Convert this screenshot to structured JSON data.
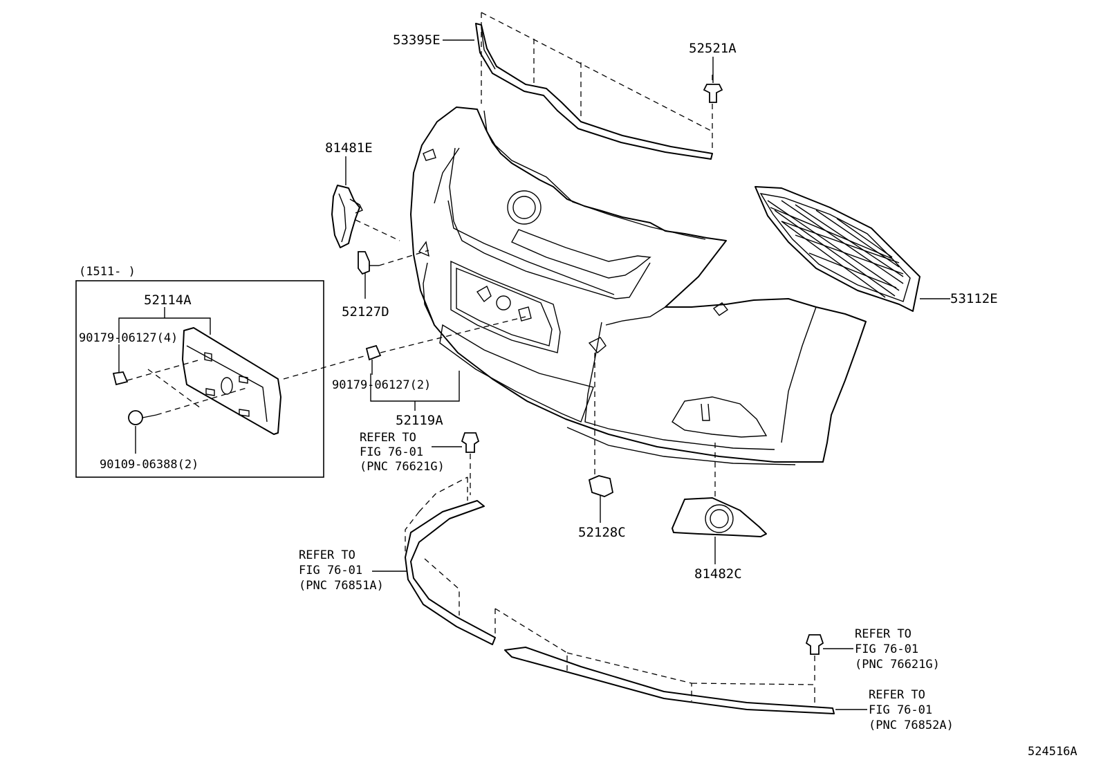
{
  "diagram": {
    "figure_id": "524516A",
    "labels": {
      "p53395E": "53395E",
      "p52521A": "52521A",
      "p81481E": "81481E",
      "p52127D": "52127D",
      "p53112E": "53112E",
      "p52114A": "52114A",
      "p90179_4": "90179-06127(4)",
      "p90109_2": "90109-06388(2)",
      "p90179_2": "90179-06127(2)",
      "p52119A": "52119A",
      "p52128C": "52128C",
      "p81482C": "81482C",
      "inset_caption": "(1511-      )"
    },
    "refs": {
      "r1": [
        "REFER TO",
        "FIG 76-01",
        "(PNC 76621G)"
      ],
      "r2": [
        "REFER TO",
        "FIG 76-01",
        "(PNC 76851A)"
      ],
      "r3": [
        "REFER TO",
        "FIG 76-01",
        "(PNC 76621G)"
      ],
      "r4": [
        "REFER TO",
        "FIG 76-01",
        "(PNC 76852A)"
      ]
    }
  }
}
